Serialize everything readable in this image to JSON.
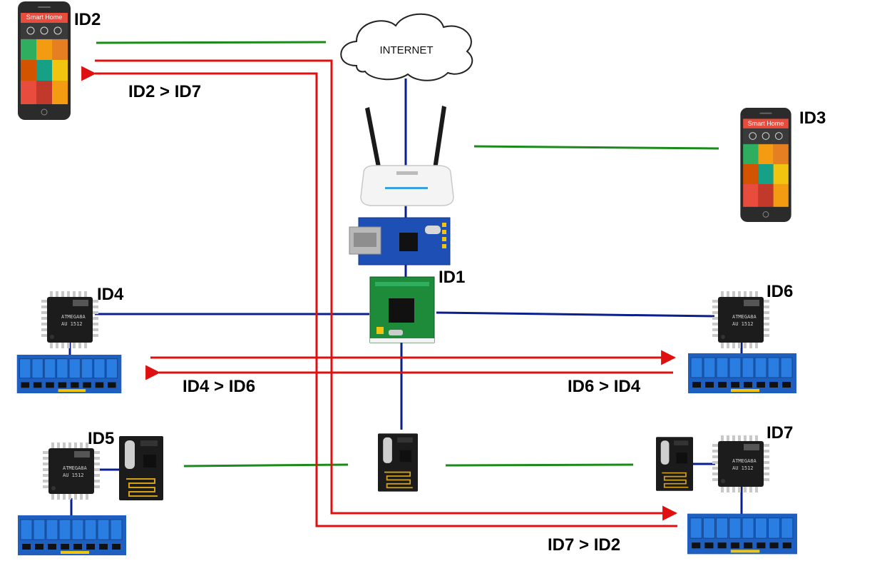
{
  "cloud": {
    "label": "INTERNET"
  },
  "nodes": {
    "id1": "ID1",
    "id2": "ID2",
    "id3": "ID3",
    "id4": "ID4",
    "id5": "ID5",
    "id6": "ID6",
    "id7": "ID7"
  },
  "flows": {
    "id2_to_id7": "ID2 > ID7",
    "id4_to_id6": "ID4 > ID6",
    "id6_to_id4": "ID6 > ID4",
    "id7_to_id2": "ID7 > ID2"
  },
  "phone_app": {
    "title": "Smart Home",
    "tile_colors": [
      "#2fae60",
      "#f39c12",
      "#e67e22",
      "#d35400",
      "#16a085",
      "#f1c40f",
      "#e74c3c",
      "#c0392b",
      "#f39c12"
    ]
  },
  "chip_marking": {
    "line1": "ATMEGA8A",
    "line2": "AU 1512"
  },
  "colors": {
    "wired_link": "#0a1e8c",
    "wireless_link": "#1a8a1a",
    "message_flow": "#e01010",
    "relay_board": "#1f5fbf",
    "mcu_board": "#1e8b3a"
  }
}
